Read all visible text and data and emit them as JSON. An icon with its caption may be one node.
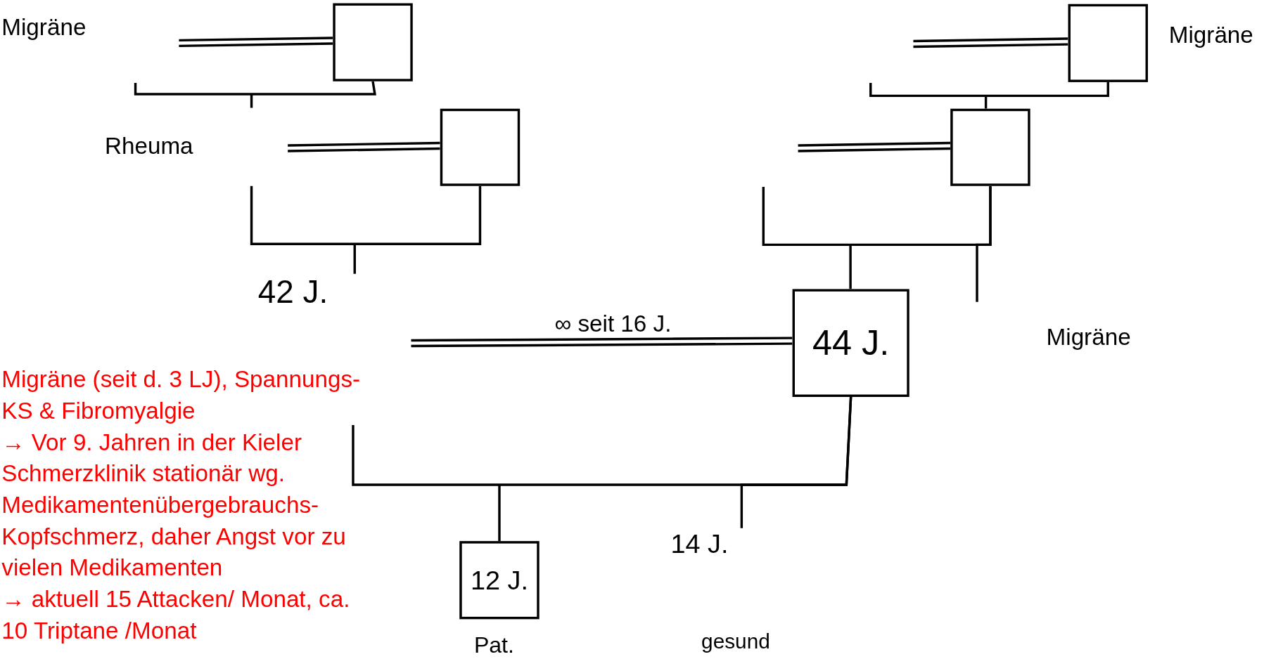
{
  "diagram": {
    "nodes": [
      {
        "text": [],
        "shape": "box"
      },
      {
        "text": [],
        "shape": "box"
      },
      {
        "text": [],
        "shape": "box"
      },
      {
        "text": [],
        "shape": "box"
      },
      {
        "text": [
          "44 J."
        ]
      },
      {
        "text": [
          "12 J."
        ],
        "beside": [
          "Pat."
        ]
      },
      {
        "text": [
          "42 J."
        ]
      },
      {
        "text": [
          "14 J."
        ]
      }
    ],
    "edges": [
      {
        "from": 0,
        "to": null,
        "arrow": "none"
      },
      {
        "from": 0,
        "to": null,
        "arrow": "none"
      },
      {
        "from": 1,
        "to": null,
        "arrow": "none"
      },
      {
        "from": 1,
        "to": 6,
        "arrow": "none"
      },
      {
        "from": 2,
        "to": null,
        "arrow": "none"
      },
      {
        "from": 2,
        "to": 3,
        "arrow": "none"
      },
      {
        "from": 3,
        "to": null,
        "arrow": "none"
      },
      {
        "from": 3,
        "to": 4,
        "arrow": "none"
      },
      {
        "from": 3,
        "to": null,
        "arrow": "none"
      },
      {
        "from": 4,
        "to": null,
        "arrow": "none",
        "label": "∞ seit 16 J."
      },
      {
        "from": 4,
        "to": 5,
        "arrow": "none"
      },
      {
        "from": 4,
        "to": 7,
        "arrow": "none"
      }
    ],
    "labels": [
      "Migräne",
      "Migräne",
      "Rheuma",
      "Migräne",
      "Migräne (seit d. 3 LJ), Spannungs-KS & Fibromyalgie",
      "→ Vor 9. Jahren in der Kieler Schmerzklinik stationär wg. Medikamentenübergebrauchs-Kopfschmerz, daher Angst vor zu vielen Medikamenten",
      "→ aktuell 15 Attacken/ Monat, ca. 10 Triptane /Monat",
      "gesund"
    ]
  }
}
